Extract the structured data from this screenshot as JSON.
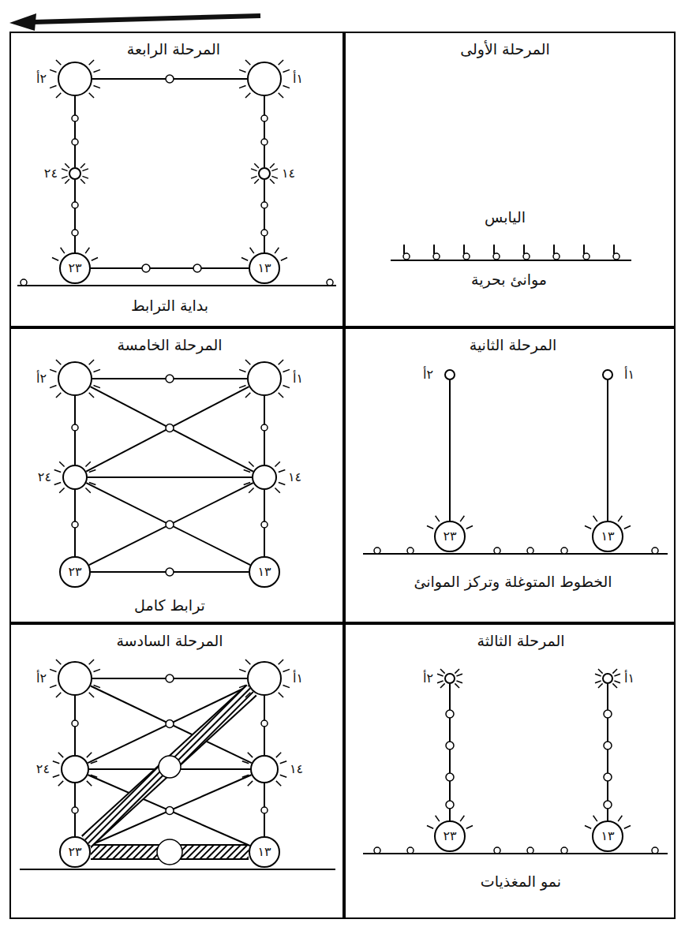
{
  "diagram": {
    "nodes": [
      {
        "text": [
          "المرحلة الأولى",
          "اليابس",
          "موانئ بحرية"
        ]
      },
      {
        "text": [
          "المرحلة الثانية",
          "الخطوط المتوغلة وتركز الموانئ"
        ]
      },
      {
        "text": [
          "١أ"
        ],
        "in": 1
      },
      {
        "text": [
          "٢أ"
        ],
        "in": 1
      },
      {
        "text": [
          "١٣"
        ],
        "in": 1
      },
      {
        "text": [
          "٢٣"
        ],
        "in": 1
      },
      {
        "text": [
          "المرحلة الثالثة",
          "نمو المغذيات"
        ]
      },
      {
        "text": [
          "١أ"
        ],
        "in": 6
      },
      {
        "text": [
          "٢أ"
        ],
        "in": 6
      },
      {
        "text": [
          "١٣"
        ],
        "in": 6
      },
      {
        "text": [
          "٢٣"
        ],
        "in": 6
      },
      {
        "text": [
          "المرحلة الرابعة",
          "بداية الترابط"
        ]
      },
      {
        "text": [
          "١أ"
        ],
        "in": 11
      },
      {
        "text": [
          "٢أ"
        ],
        "in": 11
      },
      {
        "text": [
          "١٤"
        ],
        "in": 11
      },
      {
        "text": [
          "٢٤"
        ],
        "in": 11
      },
      {
        "text": [
          "١٣"
        ],
        "in": 11
      },
      {
        "text": [
          "٢٣"
        ],
        "in": 11
      },
      {
        "text": [
          "المرحلة الخامسة",
          "ترابط كامل"
        ]
      },
      {
        "text": [
          "١أ"
        ],
        "in": 18
      },
      {
        "text": [
          "٢أ"
        ],
        "in": 18
      },
      {
        "text": [
          "١٤"
        ],
        "in": 18
      },
      {
        "text": [
          "٢٤"
        ],
        "in": 18
      },
      {
        "text": [
          "١٣"
        ],
        "in": 18
      },
      {
        "text": [
          "٢٣"
        ],
        "in": 18
      },
      {
        "text": [
          "المرحلة السادسة"
        ]
      },
      {
        "text": [
          "١أ"
        ],
        "in": 25
      },
      {
        "text": [
          "٢أ"
        ],
        "in": 25
      },
      {
        "text": [
          "١٤"
        ],
        "in": 25
      },
      {
        "text": [
          "٢٤"
        ],
        "in": 25
      },
      {
        "text": [
          "١٣"
        ],
        "in": 25
      },
      {
        "text": [
          "٢٣"
        ],
        "in": 25
      }
    ],
    "edges": [
      {
        "from": 2,
        "to": 4,
        "arrow": "none"
      },
      {
        "from": 3,
        "to": 5,
        "arrow": "none"
      },
      {
        "from": 7,
        "to": 9,
        "arrow": "none"
      },
      {
        "from": 8,
        "to": 10,
        "arrow": "none"
      },
      {
        "from": 12,
        "to": 13,
        "arrow": "none"
      },
      {
        "from": 12,
        "to": 14,
        "arrow": "none"
      },
      {
        "from": 14,
        "to": 16,
        "arrow": "none"
      },
      {
        "from": 13,
        "to": 15,
        "arrow": "none"
      },
      {
        "from": 15,
        "to": 17,
        "arrow": "none"
      },
      {
        "from": 17,
        "to": 16,
        "arrow": "none"
      },
      {
        "from": 19,
        "to": 20,
        "arrow": "none"
      },
      {
        "from": 19,
        "to": 21,
        "arrow": "none"
      },
      {
        "from": 21,
        "to": 23,
        "arrow": "none"
      },
      {
        "from": 20,
        "to": 22,
        "arrow": "none"
      },
      {
        "from": 22,
        "to": 24,
        "arrow": "none"
      },
      {
        "from": 22,
        "to": 21,
        "arrow": "none"
      },
      {
        "from": 24,
        "to": 23,
        "arrow": "none"
      },
      {
        "from": 20,
        "to": 21,
        "arrow": "none"
      },
      {
        "from": 19,
        "to": 22,
        "arrow": "none"
      },
      {
        "from": 22,
        "to": 23,
        "arrow": "none"
      },
      {
        "from": 21,
        "to": 24,
        "arrow": "none"
      },
      {
        "from": 26,
        "to": 27,
        "arrow": "none"
      },
      {
        "from": 26,
        "to": 28,
        "arrow": "none"
      },
      {
        "from": 28,
        "to": 30,
        "arrow": "none"
      },
      {
        "from": 27,
        "to": 29,
        "arrow": "none"
      },
      {
        "from": 29,
        "to": 31,
        "arrow": "none"
      },
      {
        "from": 29,
        "to": 28,
        "arrow": "none"
      },
      {
        "from": 31,
        "to": 30,
        "arrow": "none"
      },
      {
        "from": 27,
        "to": 28,
        "arrow": "none"
      },
      {
        "from": 26,
        "to": 29,
        "arrow": "none"
      },
      {
        "from": 29,
        "to": 30,
        "arrow": "none"
      },
      {
        "from": 28,
        "to": 31,
        "arrow": "none"
      },
      {
        "from": 31,
        "to": 26,
        "arrow": "none"
      }
    ]
  }
}
